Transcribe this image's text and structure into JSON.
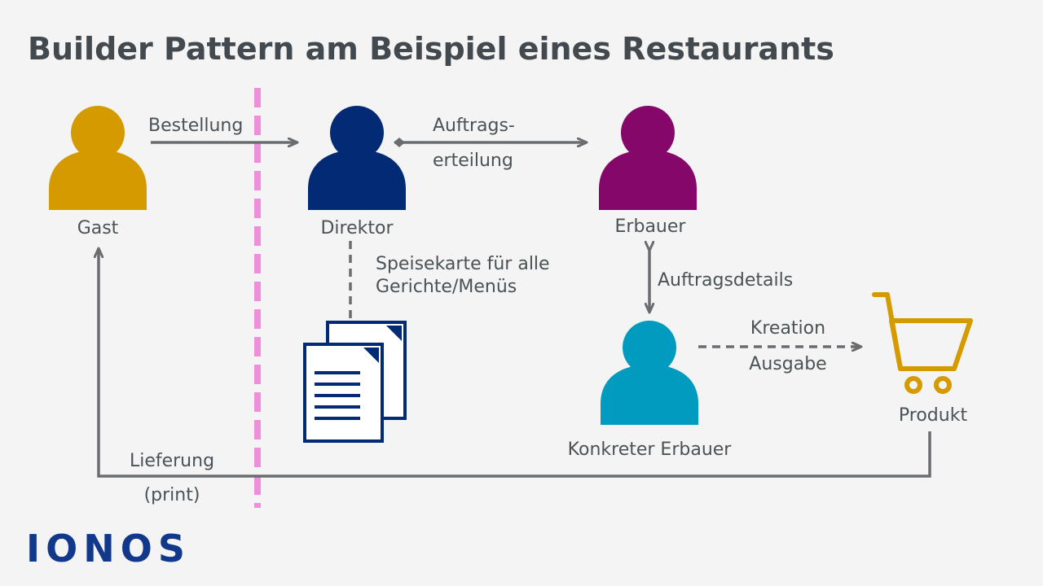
{
  "title": "Builder Pattern am Beispiel eines Restaurants",
  "actors": {
    "gast": {
      "label": "Gast",
      "color": "#d59a00"
    },
    "direktor": {
      "label": "Direktor",
      "color": "#032a75"
    },
    "erbauer": {
      "label": "Erbauer",
      "color": "#86076a"
    },
    "konkreter_erbauer": {
      "label": "Konkreter Erbauer",
      "color": "#009bbf"
    }
  },
  "product": {
    "label": "Produkt",
    "color": "#d59a00",
    "icon": "shopping-cart-icon"
  },
  "menu_icon": {
    "icon": "document-stack-icon",
    "color": "#032a75"
  },
  "connectors": {
    "bestellung": "Bestellung",
    "auftragserteilung_1": "Auftrags-",
    "auftragserteilung_2": "erteilung",
    "speisekarte_1": "Speisekarte für alle",
    "speisekarte_2": "Gerichte/Menüs",
    "auftragsdetails": "Auftragsdetails",
    "kreation": "Kreation",
    "ausgabe": "Ausgabe",
    "lieferung": "Lieferung",
    "print": "(print)"
  },
  "logo": "IONOS",
  "colors": {
    "line": "#6a6d70",
    "divider": "#ef8fd9",
    "text": "#4b5256"
  }
}
